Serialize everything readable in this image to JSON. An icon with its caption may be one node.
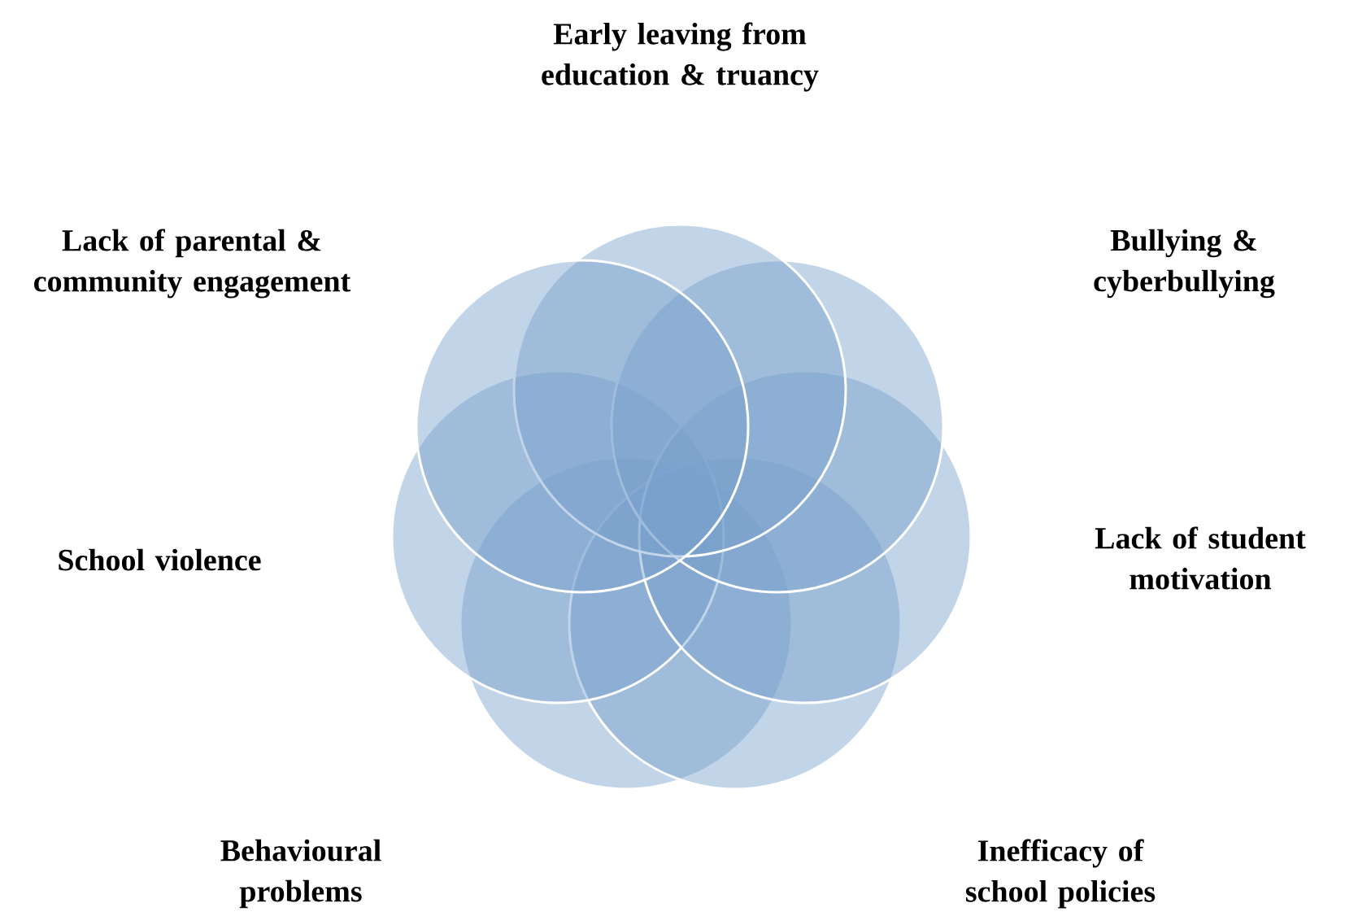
{
  "diagram": {
    "nodes": [
      {
        "text": [],
        "shape": "circle"
      },
      {
        "text": [],
        "shape": "circle"
      },
      {
        "text": [],
        "shape": "circle"
      },
      {
        "text": [],
        "shape": "circle"
      },
      {
        "text": [],
        "shape": "circle"
      },
      {
        "text": [],
        "shape": "circle"
      },
      {
        "text": [],
        "shape": "circle"
      }
    ],
    "labels": [
      "Early leaving from education & truancy",
      "Lack of parental & community engagement",
      "Bullying & cyberbullying",
      "School violence",
      "Lack of student motivation",
      "Behavioural problems",
      "Inefficacy of school policies"
    ]
  }
}
